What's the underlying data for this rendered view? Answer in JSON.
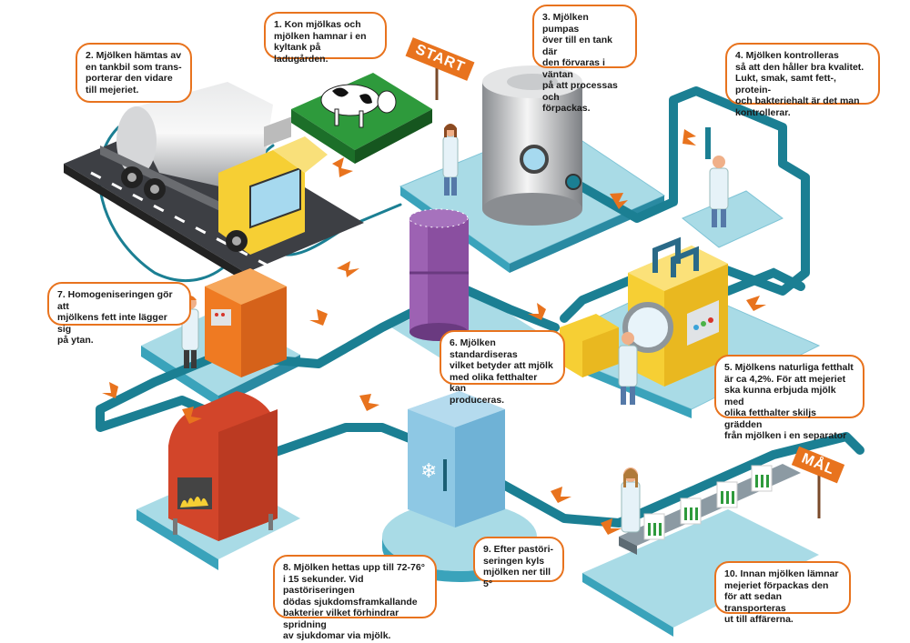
{
  "title": "Mjölkens väg från ko till affär",
  "colors": {
    "accent": "#e8731e",
    "pipe": "#1b7f93",
    "floor": "#a9dbe6",
    "road": "#3d3f44",
    "grass": "#2e9a3c",
    "steel": "#b9bcbf",
    "purple": "#8a4fa0",
    "yellow": "#f6cf34",
    "orange_box": "#ef7a22",
    "red_heater": "#d2452a",
    "cooler": "#8ec8e4"
  },
  "signs": {
    "start": "START",
    "goal": "MÅL"
  },
  "steps": [
    {
      "number": 1,
      "text": "1. Kon mjölkas och\nmjölken hamnar i en\nkyltank på ladugården.",
      "stage": "cow-pasture"
    },
    {
      "number": 2,
      "text": "2. Mjölken hämtas av\nen tankbil som trans-\nporterar den vidare\ntill mejeriet.",
      "stage": "tanker-truck"
    },
    {
      "number": 3,
      "text": "3. Mjölken pumpas\növer till en tank där\nden förvaras i väntan\npå att processas och\nförpackas.",
      "stage": "storage-tank"
    },
    {
      "number": 4,
      "text": "4. Mjölken kontrolleras\nså att den håller bra kvalitet.\nLukt, smak, samt fett-, protein-\noch bakteriehalt är det man\nkontrollerar.",
      "stage": "quality-control"
    },
    {
      "number": 5,
      "text": "5. Mjölkens naturliga fetthalt\när ca 4,2%. För att mejeriet\nska kunna erbjuda mjölk med\nolika fetthalter skiljs grädden\nfrån mjölken i en separator",
      "stage": "separator"
    },
    {
      "number": 6,
      "text": "6. Mjölken standardiseras\nvilket betyder att mjölk\nmed olika fetthalter kan\nproduceras.",
      "stage": "standardization-tank"
    },
    {
      "number": 7,
      "text": "7. Homogeniseringen gör att\nmjölkens fett inte lägger sig\npå ytan.",
      "stage": "homogenizer"
    },
    {
      "number": 8,
      "text": "8. Mjölken hettas upp till 72-76°\ni 15 sekunder. Vid pastöriseringen\ndödas sjukdomsframkallande\nbakterier vilket förhindrar spridning\nav sjukdomar via mjölk.",
      "stage": "pasteurizer"
    },
    {
      "number": 9,
      "text": "9. Efter pastöri-\nseringen kyls\nmjölken ner till 5°",
      "stage": "cooler"
    },
    {
      "number": 10,
      "text": "10. Innan mjölken lämnar\nmejeriet förpackas den\nför att sedan transporteras\nut till affärerna.",
      "stage": "packaging"
    }
  ]
}
